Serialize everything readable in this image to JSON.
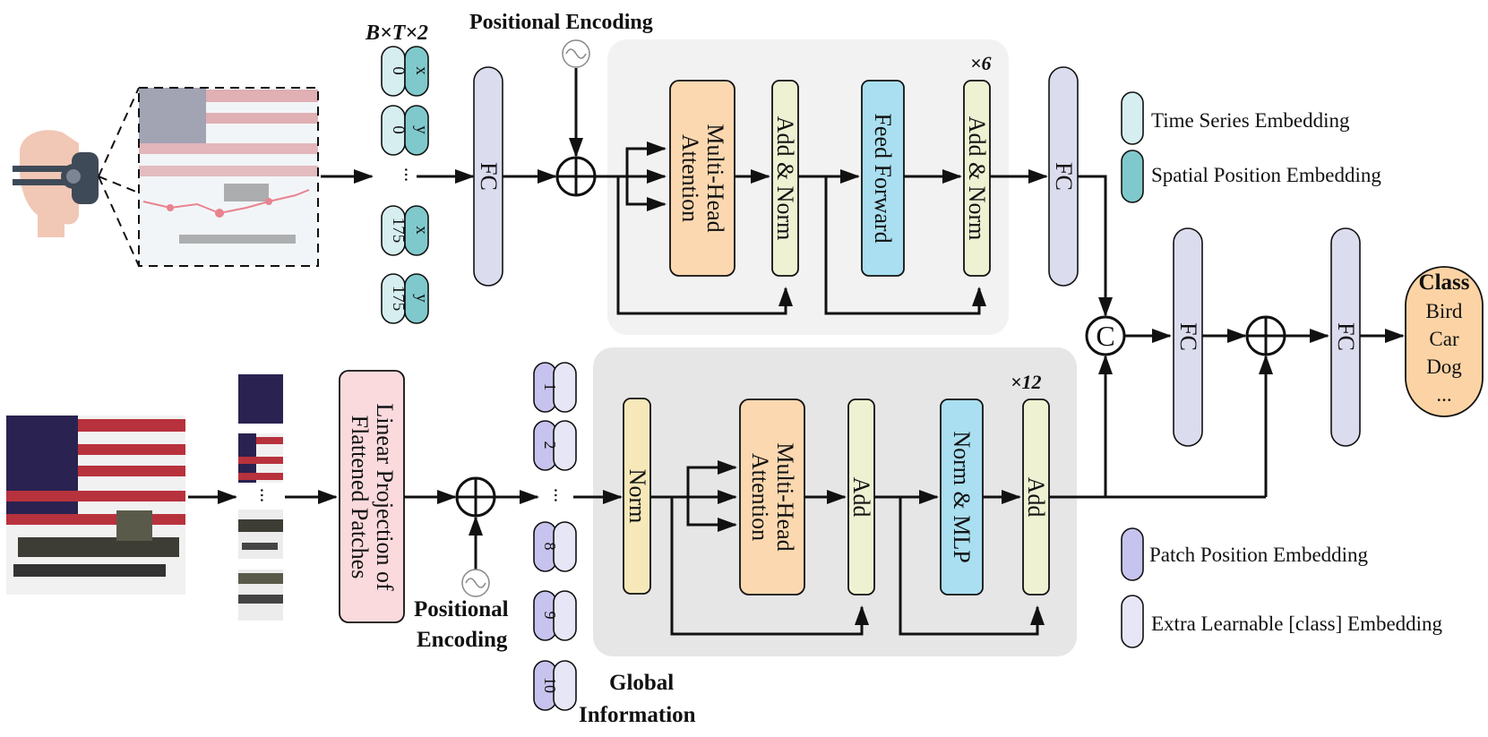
{
  "top_branch": {
    "input_shape": "B×T×2",
    "positional_encoding": "Positional Encoding",
    "fc_in": "FC",
    "mha": [
      "Multi-Head",
      "Attention"
    ],
    "add_norm_1": "Add & Norm",
    "feed_forward": "Feed Forward",
    "add_norm_2": "Add & Norm",
    "repeat": "×6",
    "fc_out": "FC",
    "tokens": [
      {
        "left": "0",
        "right": "x"
      },
      {
        "left": "0",
        "right": "y"
      },
      {
        "left": "175",
        "right": "x"
      },
      {
        "left": "175",
        "right": "y"
      }
    ],
    "ellipsis": "..."
  },
  "bottom_branch": {
    "linear_projection": [
      "Linear Projection of",
      "Flattened Patches"
    ],
    "positional_encoding": [
      "Positional",
      "Encoding"
    ],
    "norm": "Norm",
    "mha": [
      "Multi-Head",
      "Attention"
    ],
    "add_1": "Add",
    "norm_mlp": "Norm & MLP",
    "add_2": "Add",
    "repeat": "×12",
    "patch_tokens": [
      "1",
      "2",
      "8",
      "9",
      "10"
    ],
    "global_information": [
      "Global",
      "Information"
    ],
    "ellipsis": "..."
  },
  "fusion": {
    "concat_symbol": "C",
    "fc_1": "FC",
    "fc_2": "FC"
  },
  "output": {
    "title": "Class",
    "items": [
      "Bird",
      "Car",
      "Dog",
      "..."
    ]
  },
  "legend": {
    "time_series": "Time Series Embedding",
    "spatial_position": "Spatial Position Embedding",
    "patch_position": "Patch Position Embedding",
    "extra_class": "Extra Learnable [class] Embedding"
  },
  "colors": {
    "fc": "#dcdcef",
    "mha": "#fcd8b0",
    "add_norm": "#eef1d2",
    "feed_forward": "#a9dff0",
    "linear_projection": "#fadadd",
    "norm_yellow": "#f6e8b9",
    "time_series": "#d6eef0",
    "spatial": "#7fc9cc",
    "patch_dark": "#c7c3ef",
    "patch_light": "#e6e6f6",
    "panel_top": "#f2f2f2",
    "panel_bottom": "#e6e6e6",
    "class_box": "#fcd3a4"
  }
}
